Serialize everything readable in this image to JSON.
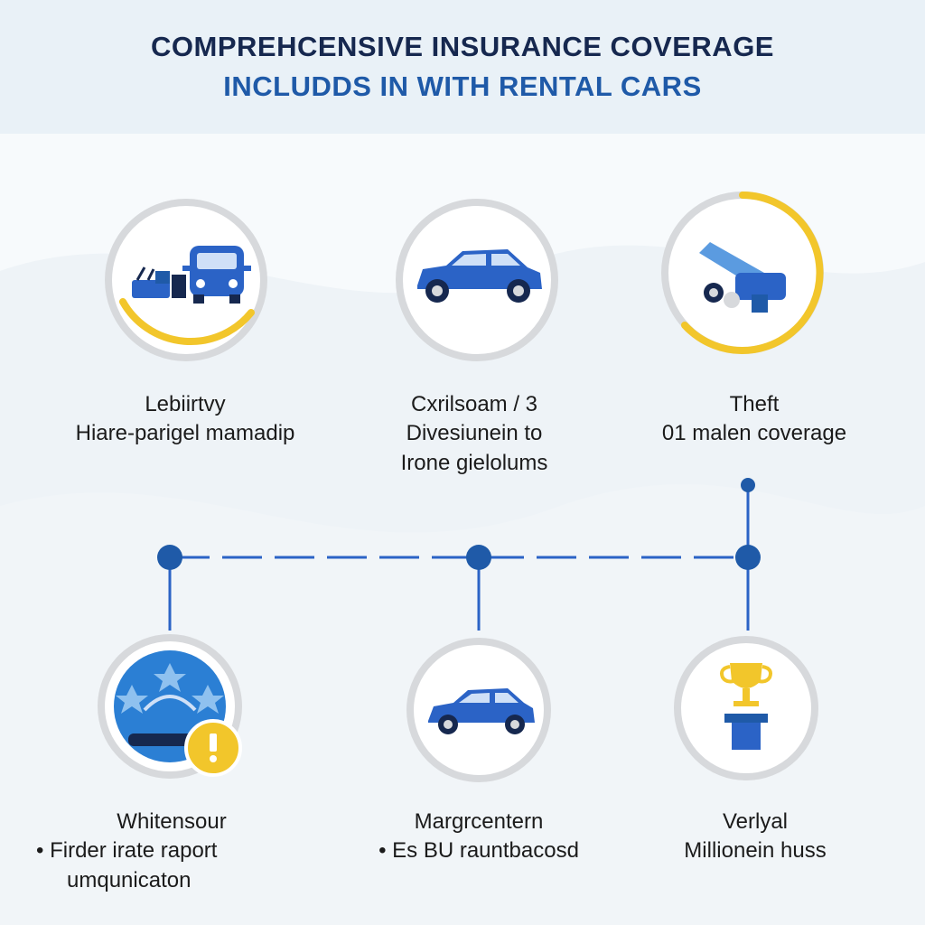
{
  "header": {
    "title_line1": "COMPREHCENSIVE INSURANCE COVERAGE",
    "title_line2": "INCLUDDS IN WITH RENTAL CARS"
  },
  "colors": {
    "navy": "#16284f",
    "blue": "#1f5aa8",
    "accent_blue": "#2b63c6",
    "yellow": "#f2c62b",
    "ring_gray": "#d7d9dc"
  },
  "items": [
    {
      "icon": "vehicles-icon",
      "title": "Lebiirtvy",
      "lines": [
        "Hiare-parigel mamadip"
      ],
      "bullet": false
    },
    {
      "icon": "car-icon",
      "title": "Cxrilsoam / 3",
      "lines": [
        "Divesiunein to",
        "Irone gielolums"
      ],
      "bullet": false
    },
    {
      "icon": "tow-truck-icon",
      "title": "Theft",
      "lines": [
        "01 malen coverage"
      ],
      "bullet": false
    },
    {
      "icon": "alert-badge-icon",
      "title": "Whitensour",
      "lines": [
        "Firder irate raport",
        "umqunicaton"
      ],
      "bullet": true
    },
    {
      "icon": "car-icon",
      "title": "Margrcentern",
      "lines": [
        "Es BU rauntbacosd"
      ],
      "bullet": true
    },
    {
      "icon": "trophy-icon",
      "title": "Verlyal",
      "lines": [
        "Millionein huss"
      ],
      "bullet": false
    }
  ]
}
